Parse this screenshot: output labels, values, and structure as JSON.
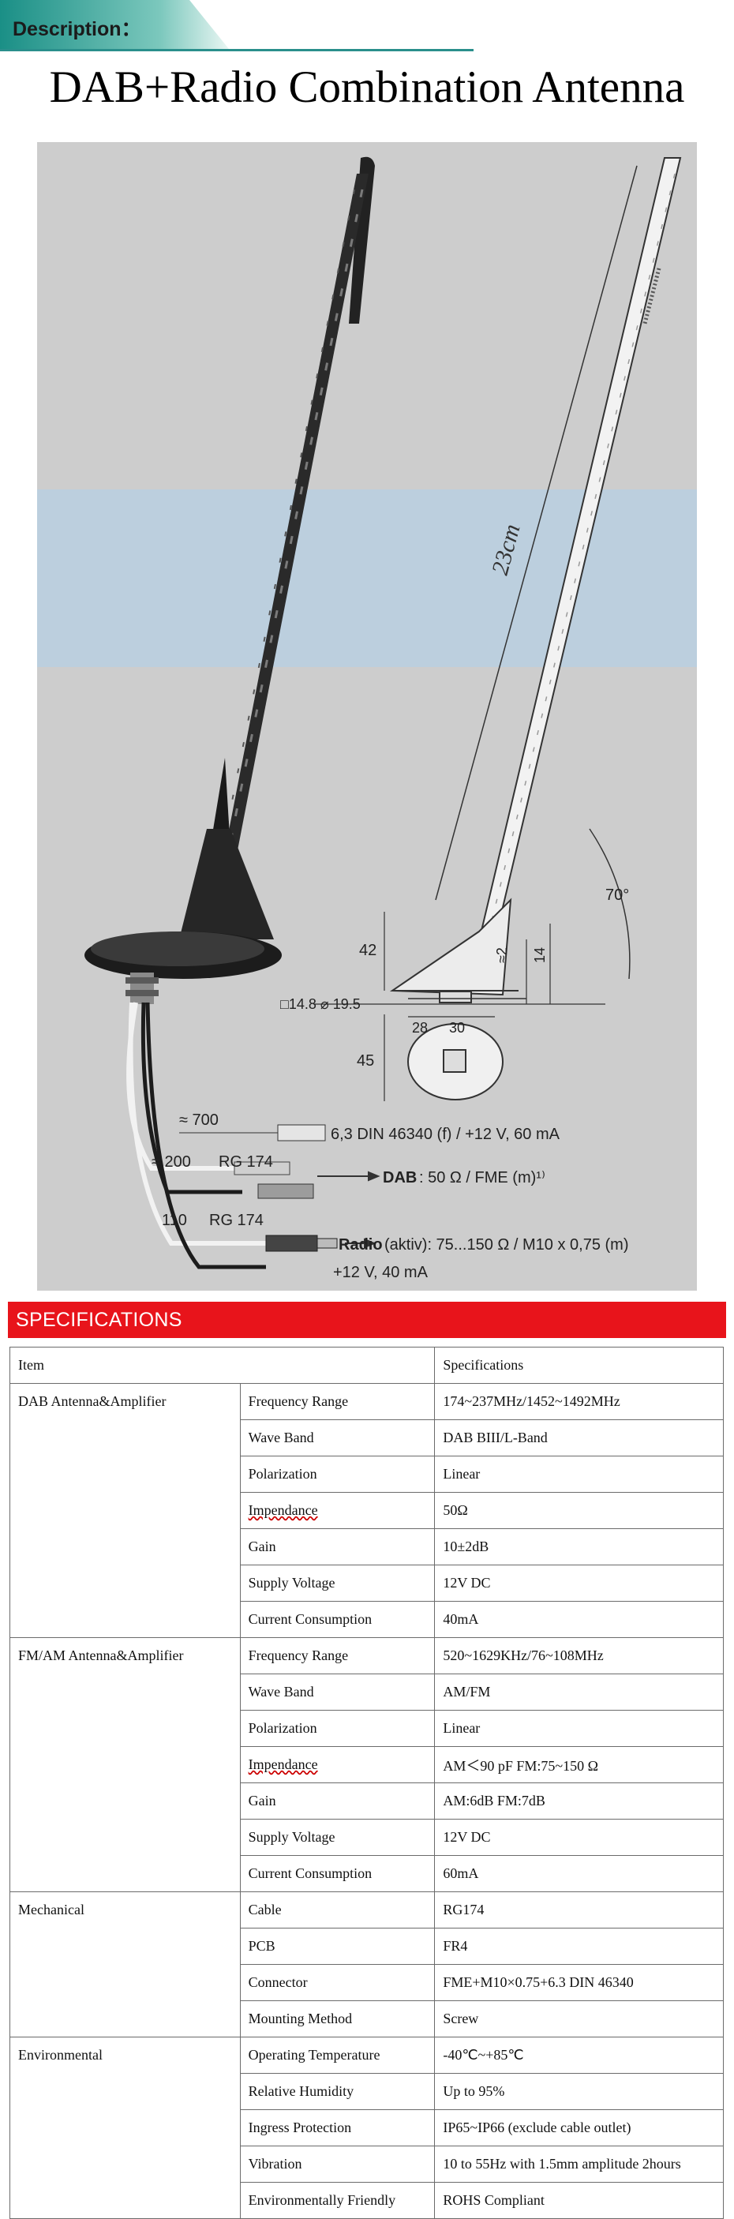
{
  "header": {
    "tab_label": "Description：",
    "title": "DAB+Radio Combination Antenna"
  },
  "figure": {
    "length_label": "23cm",
    "angle_label": "70°",
    "dim_42": "42",
    "dim_2": "≈2",
    "dim_14": "14",
    "dim_square": "□14.8 ⌀ 19.5",
    "dim_28": "28",
    "dim_30": "30",
    "dim_45": "45",
    "cable_700": "≈ 700",
    "cable_700_desc": "6,3 DIN 46340 (f) / +12 V, 60 mA",
    "cable_200": "≈ 200",
    "cable_200_type": "RG 174",
    "dab_label": "DAB",
    "dab_desc": ": 50 Ω / FME (m)¹⁾",
    "cable_110": "110",
    "cable_110_type": "RG 174",
    "radio_label": "Radio",
    "radio_desc": " (aktiv): 75...150 Ω / M10 x 0,75 (m)",
    "radio_power": "+12 V, 40 mA",
    "colors": {
      "accent_red": "#e8141b",
      "tab_teal": "#2a8f8c",
      "figure_bg": "#cdcdcd",
      "band_blue": "#b9cfe0"
    }
  },
  "specifications": {
    "section_title": "SPECIFICATIONS",
    "header": {
      "item": "Item",
      "spec": "Specifications"
    },
    "groups": [
      {
        "name": "DAB Antenna&Amplifier",
        "rows": [
          {
            "param": "Frequency Range",
            "value": "174~237MHz/1452~1492MHz"
          },
          {
            "param": "Wave Band",
            "value": "DAB BIII/L-Band"
          },
          {
            "param": "Polarization",
            "value": "Linear"
          },
          {
            "param": "Impendance",
            "value": "50Ω"
          },
          {
            "param": "Gain",
            "value": "10±2dB"
          },
          {
            "param": "Supply Voltage",
            "value": "12V DC"
          },
          {
            "param": "Current Consumption",
            "value": "40mA"
          }
        ]
      },
      {
        "name": "FM/AM Antenna&Amplifier",
        "rows": [
          {
            "param": "Frequency Range",
            "value": "520~1629KHz/76~108MHz"
          },
          {
            "param": "Wave Band",
            "value": "AM/FM"
          },
          {
            "param": "Polarization",
            "value": "Linear"
          },
          {
            "param": "Impendance",
            "value": "AM＜90 pF    FM:75~150 Ω"
          },
          {
            "param": "Gain",
            "value": "AM:6dB    FM:7dB"
          },
          {
            "param": "Supply Voltage",
            "value": "12V DC"
          },
          {
            "param": "Current Consumption",
            "value": "60mA"
          }
        ]
      },
      {
        "name": "Mechanical",
        "rows": [
          {
            "param": "Cable",
            "value": "RG174"
          },
          {
            "param": "PCB",
            "value": "FR4"
          },
          {
            "param": "Connector",
            "value": "FME+M10×0.75+6.3 DIN 46340"
          },
          {
            "param": "Mounting Method",
            "value": "Screw"
          }
        ]
      },
      {
        "name": "Environmental",
        "rows": [
          {
            "param": "Operating Temperature",
            "value": "-40℃~+85℃"
          },
          {
            "param": "Relative Humidity",
            "value": "Up to 95%"
          },
          {
            "param": "Ingress Protection",
            "value": "IP65~IP66 (exclude cable outlet)"
          },
          {
            "param": "Vibration",
            "value": "10 to 55Hz with 1.5mm amplitude 2hours"
          },
          {
            "param": "Environmentally Friendly",
            "value": "ROHS Compliant"
          }
        ]
      }
    ]
  }
}
